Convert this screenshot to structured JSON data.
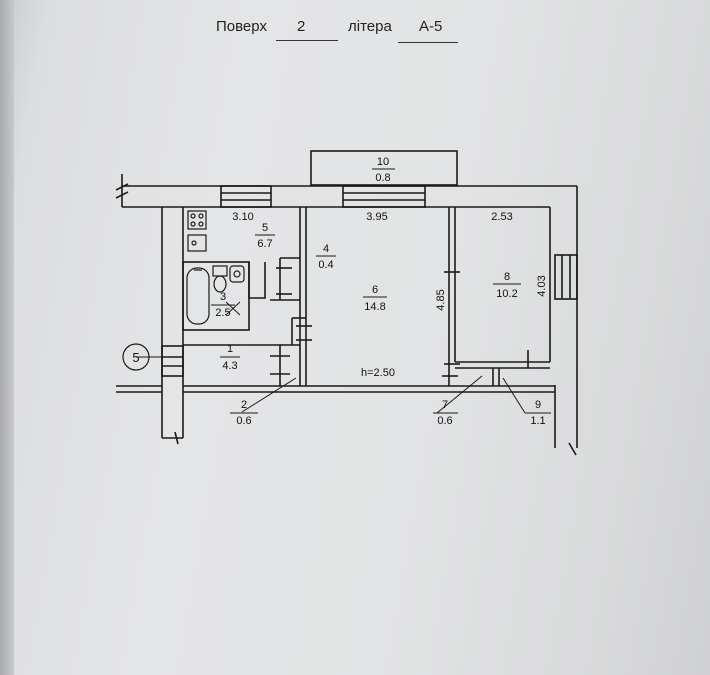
{
  "header": {
    "floor_label": "Поверх",
    "floor_value": "2",
    "letter_label": "літера",
    "letter_value": "А-5"
  },
  "axis_marker": "5",
  "ceiling_height": "h=2.50",
  "rooms": [
    {
      "number": "1",
      "area": "4.3"
    },
    {
      "number": "2",
      "area": "0.6"
    },
    {
      "number": "3",
      "area": "2.5"
    },
    {
      "number": "4",
      "area": "0.4"
    },
    {
      "number": "5",
      "area": "6.7"
    },
    {
      "number": "6",
      "area": "14.8"
    },
    {
      "number": "7",
      "area": "0.6"
    },
    {
      "number": "8",
      "area": "10.2"
    },
    {
      "number": "9",
      "area": "1.1"
    },
    {
      "number": "10",
      "area": "0.8"
    }
  ],
  "dimensions": {
    "kitchen_width": "3.10",
    "living_width": "3.95",
    "bedroom_width": "2.53",
    "living_depth": "4.85",
    "bedroom_depth": "4.03"
  }
}
